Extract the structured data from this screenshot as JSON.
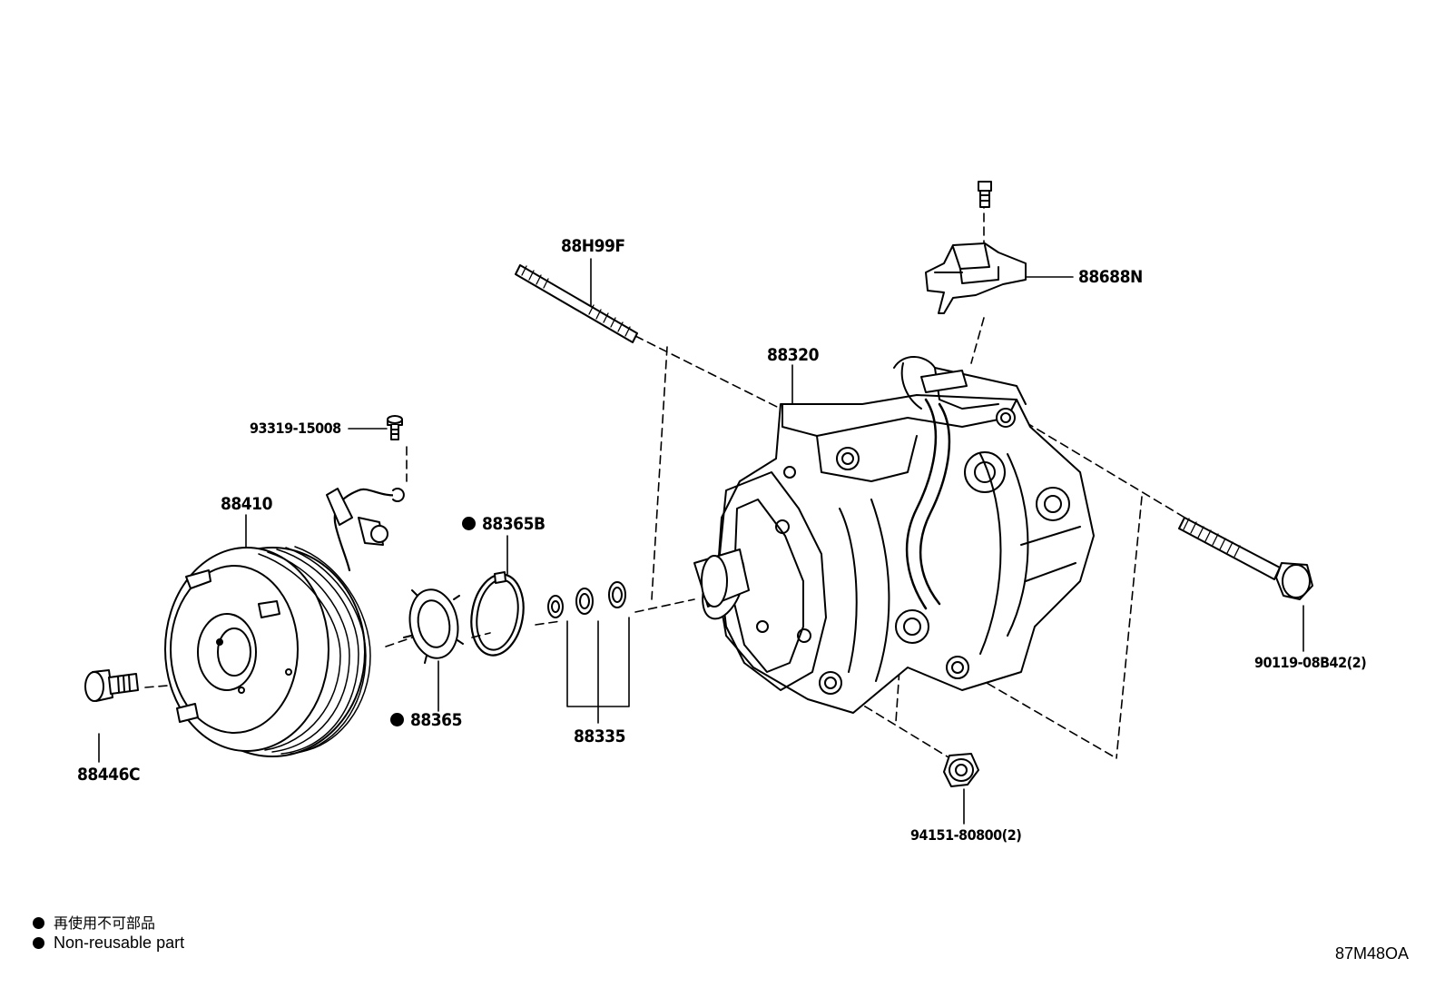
{
  "parts": {
    "p88H99F": "88H99F",
    "p88688N": "88688N",
    "p88320": "88320",
    "p93319": "93319-15008",
    "p88410": "88410",
    "p88365B": "88365B",
    "p88365": "88365",
    "p88335": "88335",
    "p88446C": "88446C",
    "p90119": "90119-08B42(2)",
    "p94151": "94151-80800(2)"
  },
  "legend": {
    "jp": "再使用不可部品",
    "en": "Non-reusable part"
  },
  "diagram_code": "87M48OA"
}
